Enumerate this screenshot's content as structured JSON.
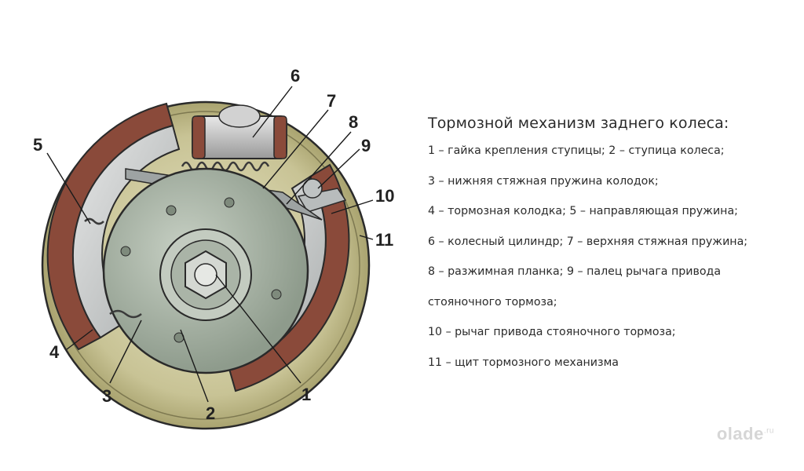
{
  "title": "Тормозной механизм заднего колеса:",
  "legend": [
    "1 – гайка крепления ступицы; 2 – ступица колеса;",
    "3 – нижняя стяжная пружина колодок;",
    "4 – тормозная колодка; 5 – направляющая пружина;",
    "6 – колесный цилиндр; 7 – верхняя стяжная пружина;",
    "8 – разжимная планка; 9 – палец рычага привода",
    "стояночного тормоза;",
    "10 – рычаг привода стояночного тормоза;",
    "11 – щит тормозного механизма"
  ],
  "callouts": [
    "1",
    "2",
    "3",
    "4",
    "5",
    "6",
    "7",
    "8",
    "9",
    "10",
    "11"
  ],
  "watermark": {
    "brand": "olade",
    "tld": ".ru"
  },
  "colors": {
    "shield": "#c9c59a",
    "lining": "#8a4a3a",
    "shoe": "#cfd1d1",
    "hub": "#a8b3a6",
    "outline": "#2a2a2a"
  }
}
